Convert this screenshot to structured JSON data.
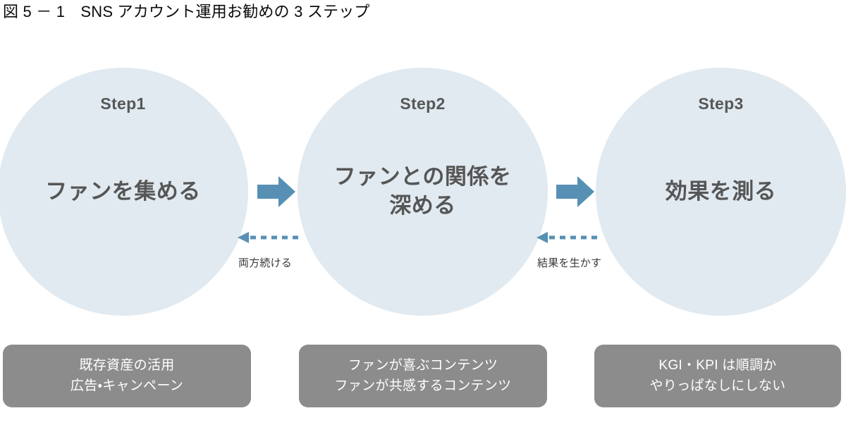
{
  "figure": {
    "title": "図 5 － 1　SNS アカウント運用お勧めの 3 ステップ",
    "background_color": "#ffffff"
  },
  "colors": {
    "circle_fill": "#e1eaf0",
    "circle_text": "#565656",
    "step_label_text": "#575757",
    "arrow_blue": "#5790b4",
    "dashed_arrow_blue": "#5790b4",
    "note_box_fill": "#8c8c8c",
    "note_box_text": "#ffffff",
    "title_text": "#0a0a0a"
  },
  "steps": [
    {
      "step_label": "Step1",
      "title_lines": [
        "ファンを集める"
      ],
      "note_lines": [
        "既存資産の活用",
        "広告・キャンペーン"
      ]
    },
    {
      "step_label": "Step2",
      "title_lines": [
        "ファンとの関係を",
        "深める"
      ],
      "note_lines": [
        "ファンが喜ぶコンテンツ",
        "ファンが共感するコンテンツ"
      ]
    },
    {
      "step_label": "Step3",
      "title_lines": [
        "効果を測る"
      ],
      "note_lines": [
        "KGI・KPI は順調か",
        "やりっぱなしにしない"
      ]
    }
  ],
  "connectors": {
    "forward_arrows": [
      {
        "icon": "right-block-arrow-icon",
        "from": "Step1",
        "to": "Step2"
      },
      {
        "icon": "right-block-arrow-icon",
        "from": "Step2",
        "to": "Step3"
      }
    ],
    "feedback_arrows": [
      {
        "icon": "left-dashed-arrow-icon",
        "label": "両方続ける",
        "from": "Step2",
        "to": "Step1"
      },
      {
        "icon": "left-dashed-arrow-icon",
        "label": "結果を生かす",
        "from": "Step3",
        "to": "Step2"
      }
    ]
  }
}
